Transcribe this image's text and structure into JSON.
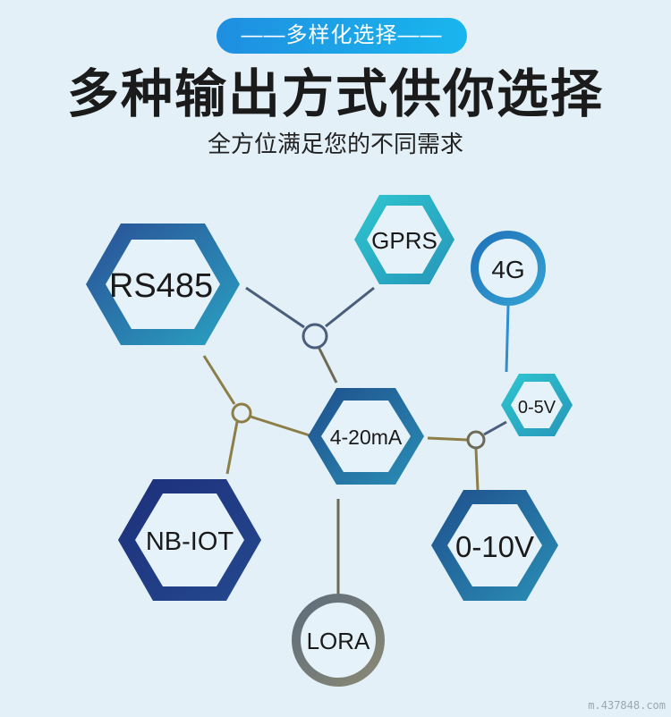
{
  "header": {
    "badge": "——多样化选择——",
    "title": "多种输出方式供你选择",
    "subtitle": "全方位满足您的不同需求"
  },
  "nodes": {
    "rs485": "RS485",
    "gprs": "GPRS",
    "g4": "4G",
    "v05": "0-5V",
    "ma420": "4-20mA",
    "nbiot": "NB-IOT",
    "v010": "0-10V",
    "lora": "LORA"
  },
  "colors": {
    "badge_start": "#1f8fe0",
    "badge_end": "#19b6ee",
    "teal": "#2fb3c7",
    "blue": "#1b67a6",
    "navy": "#1e2f7e",
    "line_slate": "#4a5e7c",
    "line_olive": "#8d7e47",
    "line_blue": "#2f8ed0"
  },
  "watermark": "m.437848.com"
}
